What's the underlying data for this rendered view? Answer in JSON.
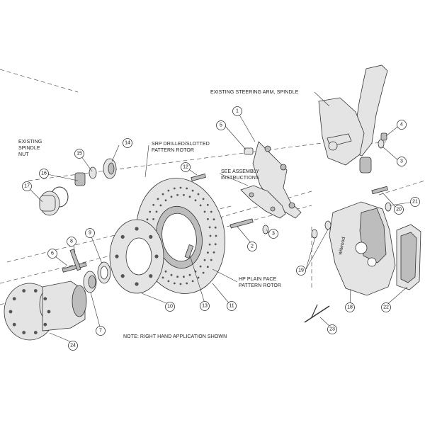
{
  "labels": {
    "steering_arm": "EXISTING STEERING ARM, SPINDLE",
    "spindle_nut_1": "EXISTING",
    "spindle_nut_2": "SPINDLE",
    "spindle_nut_3": "NUT",
    "srp_rotor_1": "SRP DRILLED/SLOTTED",
    "srp_rotor_2": "PATTERN ROTOR",
    "assembly_1": "SEE ASSEMBLY",
    "assembly_2": "INSTRUCTIONS",
    "hp_rotor_1": "HP PLAIN FACE",
    "hp_rotor_2": "PATTERN ROTOR",
    "note": "NOTE: RIGHT HAND APPLICATION SHOWN",
    "caliper_brand": "wilwood"
  },
  "callouts": {
    "c1": "1",
    "c2": "2",
    "c3a": "3",
    "c3b": "3",
    "c3c": "3",
    "c4": "4",
    "c5": "5",
    "c6": "6",
    "c7": "7",
    "c8": "8",
    "c9": "9",
    "c10": "10",
    "c11": "11",
    "c12": "12",
    "c13": "13",
    "c14": "14",
    "c15": "15",
    "c16": "16",
    "c17": "17",
    "c18": "18",
    "c19": "19",
    "c20": "20",
    "c21": "21",
    "c22": "22",
    "c23": "23",
    "c24": "24"
  }
}
